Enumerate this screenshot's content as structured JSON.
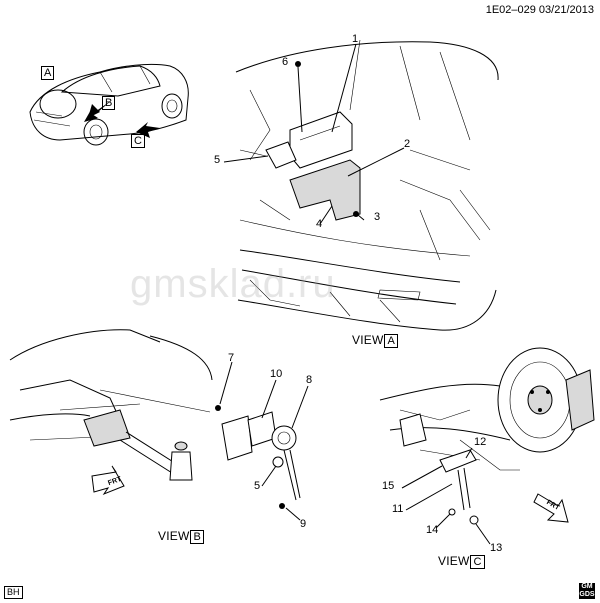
{
  "header": {
    "doc_code": "1E02–029  03/21/2013"
  },
  "watermark": "gmsklad.ru",
  "views": {
    "a": {
      "label": "VIEW",
      "letter": "A"
    },
    "b": {
      "label": "VIEW",
      "letter": "B"
    },
    "c": {
      "label": "VIEW",
      "letter": "C"
    }
  },
  "overview": {
    "tag_a": "A",
    "tag_b": "B",
    "tag_c": "C"
  },
  "callouts": {
    "n1": "1",
    "n2": "2",
    "n3": "3",
    "n4": "4",
    "n5": "5",
    "n6": "6",
    "n7": "7",
    "n8": "8",
    "n9": "9",
    "n10": "10",
    "n5b": "5",
    "n11": "11",
    "n12": "12",
    "n13": "13",
    "n14": "14",
    "n15": "15"
  },
  "fwd_label": "FRT",
  "corner_code": "BH",
  "logo": "GM\nGDS"
}
